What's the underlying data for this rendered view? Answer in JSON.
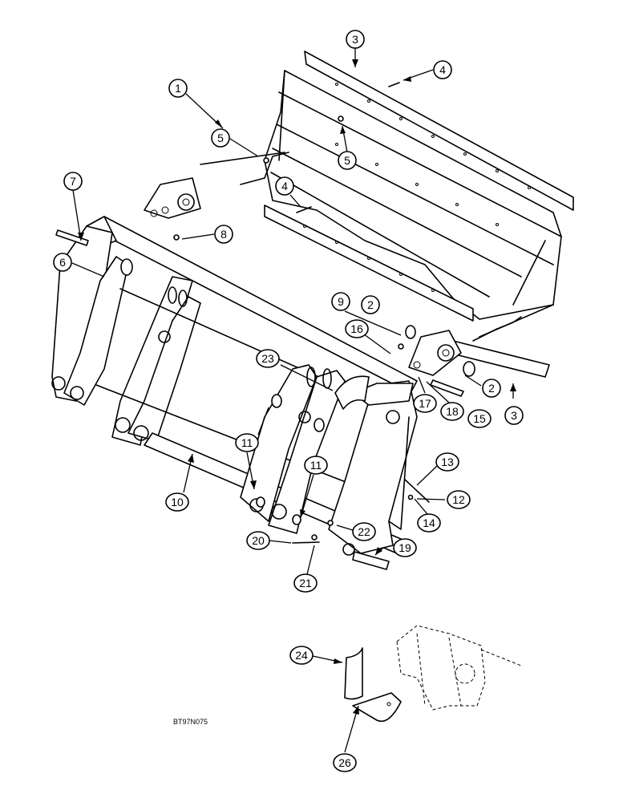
{
  "figure_code": "BT97N075",
  "callouts": {
    "c1": "1",
    "c3a": "3",
    "c4a": "4",
    "c5a": "5",
    "c5b": "5",
    "c4b": "4",
    "c7": "7",
    "c8": "8",
    "c6": "6",
    "c9": "9",
    "c2a": "2",
    "c16": "16",
    "c23": "23",
    "c2b": "2",
    "c17": "17",
    "c18": "18",
    "c15": "15",
    "c3b": "3",
    "c11a": "11",
    "c11b": "11",
    "c10": "10",
    "c13": "13",
    "c12": "12",
    "c14": "14",
    "c22": "22",
    "c20": "20",
    "c19": "19",
    "c21": "21",
    "c24": "24",
    "c26": "26"
  }
}
